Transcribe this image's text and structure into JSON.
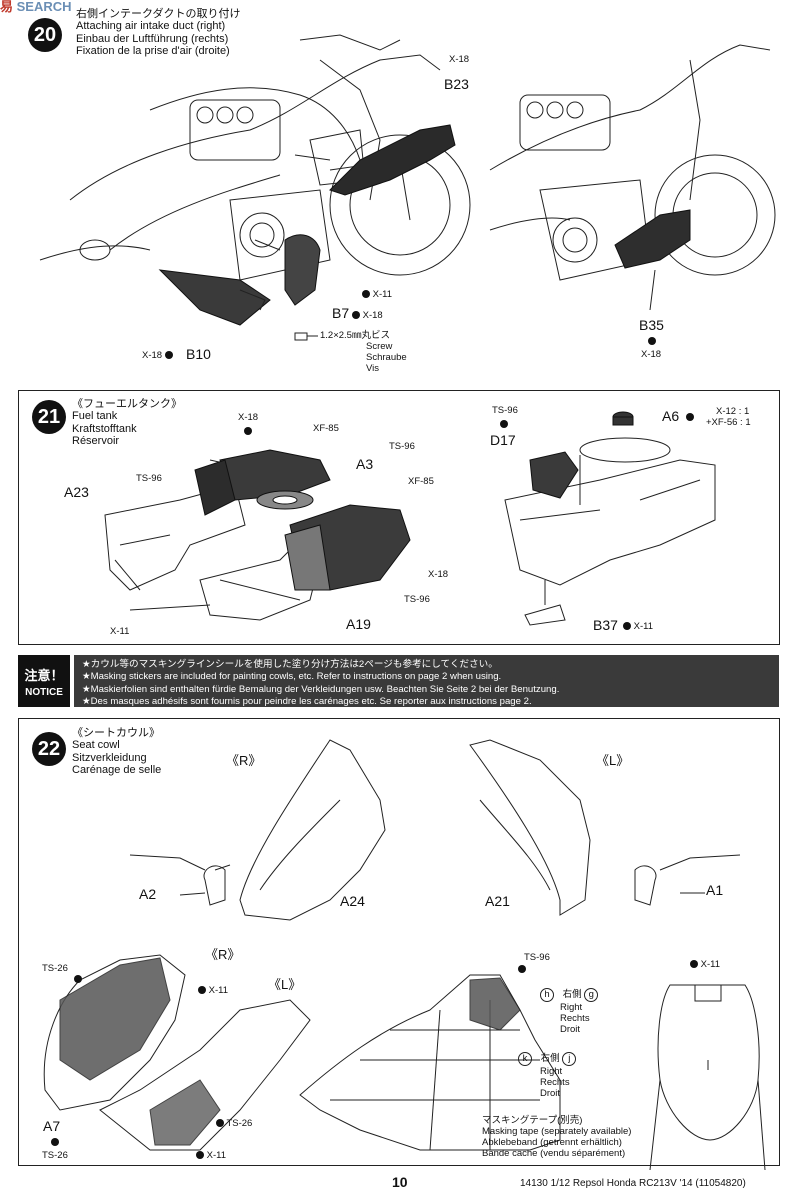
{
  "watermark": {
    "text": "SEARCH",
    "brand": "易"
  },
  "step20": {
    "number": "20",
    "jp": "右側インテークダクトの取り付け",
    "en": "Attaching air intake duct (right)",
    "de": "Einbau der Luftführung (rechts)",
    "fr": "Fixation de la prise d'air (droite)",
    "labels": {
      "x18_a": "X-18",
      "b23": "B23",
      "b7": "B7",
      "x11_a": "X-11",
      "x18_b": "X-18",
      "screw_jp": "1.2×2.5㎜丸ビス",
      "screw_en": "Screw",
      "screw_de": "Schraube",
      "screw_fr": "Vis",
      "x18_c": "X-18",
      "b10": "B10",
      "b35": "B35",
      "x18_d": "X-18"
    }
  },
  "step21": {
    "number": "21",
    "jp": "《フューエルタンク》",
    "en": "Fuel tank",
    "de": "Kraftstofftank",
    "fr": "Réservoir",
    "labels": {
      "x18_a": "X-18",
      "xf85_a": "XF-85",
      "ts96_a": "TS-96",
      "a3": "A3",
      "xf85_b": "XF-85",
      "a23": "A23",
      "ts96_b": "TS-96",
      "x18_b": "X-18",
      "ts96_c": "TS-96",
      "x11": "X-11",
      "a19": "A19",
      "ts96_d": "TS-96",
      "d17": "D17",
      "a6": "A6",
      "mix1": "X-12 : 1",
      "mix2": "+XF-56 : 1",
      "b37": "B37",
      "x11_b": "X-11"
    }
  },
  "notice": {
    "badge_jp": "注意！",
    "badge_en": "NOTICE",
    "lines": [
      "★カウル等のマスキングラインシールを使用した塗り分け方法は2ページも参考にしてください。",
      "★Masking stickers are included for painting cowls, etc. Refer to instructions on page 2 when using.",
      "★Maskierfolien sind enthalten fürdie Bemalung der Verkleidungen usw. Beachten Sie Seite 2 bei der Benutzung.",
      "★Des masques adhésifs sont fournis pour peindre les carénages etc. Se reporter aux instructions page 2."
    ]
  },
  "step22": {
    "number": "22",
    "jp": "《シートカウル》",
    "en": "Seat cowl",
    "de": "Sitzverkleidung",
    "fr": "Carénage de selle",
    "labels": {
      "r_top": "《R》",
      "l_top": "《L》",
      "a2": "A2",
      "a24": "A24",
      "a21": "A21",
      "a1": "A1",
      "r_low": "《R》",
      "l_low": "《L》",
      "ts26_a": "TS-26",
      "x11_a": "X-11",
      "ts26_b": "TS-26",
      "a7": "A7",
      "ts26_c": "TS-26",
      "x11_b": "X-11",
      "ts96": "TS-96",
      "h": "h",
      "g": "g",
      "k": "k",
      "j": "j",
      "right_jp_1": "右側",
      "right_en_1": "Right",
      "right_de_1": "Rechts",
      "right_fr_1": "Droit",
      "right_jp_2": "右側",
      "right_en_2": "Right",
      "right_de_2": "Rechts",
      "right_fr_2": "Droit",
      "tape_jp": "マスキングテープ(別売)",
      "tape_en": "Masking tape (separately available)",
      "tape_de": "Abklebeband (getrennt erhältlich)",
      "tape_fr": "Bande cache (vendu séparément)",
      "x11_c": "X-11"
    }
  },
  "footer": {
    "page": "10",
    "ref": "14130  1/12 Repsol Honda RC213V '14 (11054820)"
  }
}
